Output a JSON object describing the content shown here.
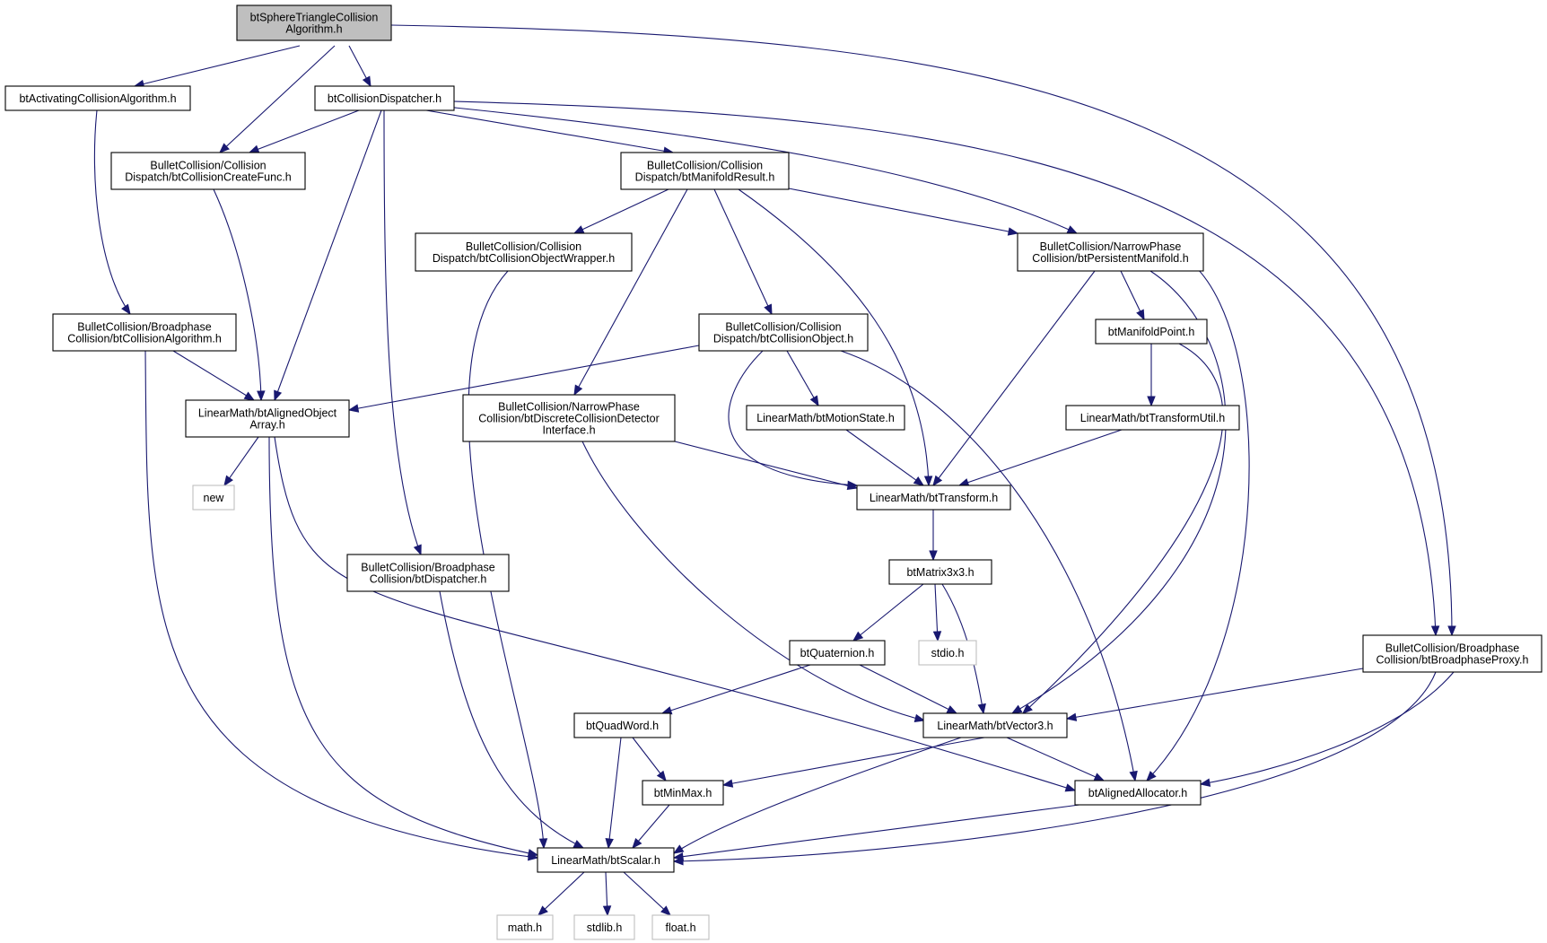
{
  "colors": {
    "edge": "#191970",
    "node_border": "#000000",
    "root_fill": "#bfbfbf",
    "external_border": "#bfbfbf"
  },
  "nodes": [
    {
      "id": "root",
      "kind": "root",
      "lines": [
        "btSphereTriangleCollision",
        "Algorithm.h"
      ]
    },
    {
      "id": "activating",
      "kind": "normal",
      "lines": [
        "btActivatingCollisionAlgorithm.h"
      ]
    },
    {
      "id": "dispatcher",
      "kind": "normal",
      "lines": [
        "btCollisionDispatcher.h"
      ]
    },
    {
      "id": "createfunc",
      "kind": "normal",
      "lines": [
        "BulletCollision/Collision",
        "Dispatch/btCollisionCreateFunc.h"
      ]
    },
    {
      "id": "manifoldresult",
      "kind": "normal",
      "lines": [
        "BulletCollision/Collision",
        "Dispatch/btManifoldResult.h"
      ]
    },
    {
      "id": "objwrapper",
      "kind": "normal",
      "lines": [
        "BulletCollision/Collision",
        "Dispatch/btCollisionObjectWrapper.h"
      ]
    },
    {
      "id": "persistent",
      "kind": "normal",
      "lines": [
        "BulletCollision/NarrowPhase",
        "Collision/btPersistentManifold.h"
      ]
    },
    {
      "id": "colalgo",
      "kind": "normal",
      "lines": [
        "BulletCollision/Broadphase",
        "Collision/btCollisionAlgorithm.h"
      ]
    },
    {
      "id": "colobject",
      "kind": "normal",
      "lines": [
        "BulletCollision/Collision",
        "Dispatch/btCollisionObject.h"
      ]
    },
    {
      "id": "manifoldpoint",
      "kind": "normal",
      "lines": [
        "btManifoldPoint.h"
      ]
    },
    {
      "id": "alignedarray",
      "kind": "normal",
      "lines": [
        "LinearMath/btAlignedObject",
        "Array.h"
      ]
    },
    {
      "id": "discrete",
      "kind": "normal",
      "lines": [
        "BulletCollision/NarrowPhase",
        "Collision/btDiscreteCollisionDetector",
        "Interface.h"
      ]
    },
    {
      "id": "motionstate",
      "kind": "normal",
      "lines": [
        "LinearMath/btMotionState.h"
      ]
    },
    {
      "id": "transformutil",
      "kind": "normal",
      "lines": [
        "LinearMath/btTransformUtil.h"
      ]
    },
    {
      "id": "new",
      "kind": "external",
      "lines": [
        "new"
      ]
    },
    {
      "id": "transform",
      "kind": "normal",
      "lines": [
        "LinearMath/btTransform.h"
      ]
    },
    {
      "id": "btdispatcher",
      "kind": "normal",
      "lines": [
        "BulletCollision/Broadphase",
        "Collision/btDispatcher.h"
      ]
    },
    {
      "id": "matrix",
      "kind": "normal",
      "lines": [
        "btMatrix3x3.h"
      ]
    },
    {
      "id": "broadphaseproxy",
      "kind": "normal",
      "lines": [
        "BulletCollision/Broadphase",
        "Collision/btBroadphaseProxy.h"
      ]
    },
    {
      "id": "quaternion",
      "kind": "normal",
      "lines": [
        "btQuaternion.h"
      ]
    },
    {
      "id": "stdio",
      "kind": "external",
      "lines": [
        "stdio.h"
      ]
    },
    {
      "id": "quadword",
      "kind": "normal",
      "lines": [
        "btQuadWord.h"
      ]
    },
    {
      "id": "vector3",
      "kind": "normal",
      "lines": [
        "LinearMath/btVector3.h"
      ]
    },
    {
      "id": "minmax",
      "kind": "normal",
      "lines": [
        "btMinMax.h"
      ]
    },
    {
      "id": "allocator",
      "kind": "normal",
      "lines": [
        "btAlignedAllocator.h"
      ]
    },
    {
      "id": "scalar",
      "kind": "normal",
      "lines": [
        "LinearMath/btScalar.h"
      ]
    },
    {
      "id": "math",
      "kind": "external",
      "lines": [
        "math.h"
      ]
    },
    {
      "id": "stdlib",
      "kind": "external",
      "lines": [
        "stdlib.h"
      ]
    },
    {
      "id": "float",
      "kind": "external",
      "lines": [
        "float.h"
      ]
    }
  ],
  "edges": [
    {
      "from": "root",
      "to": "activating"
    },
    {
      "from": "root",
      "to": "createfunc"
    },
    {
      "from": "root",
      "to": "dispatcher"
    },
    {
      "from": "root",
      "to": "broadphaseproxy"
    },
    {
      "from": "activating",
      "to": "colalgo"
    },
    {
      "from": "dispatcher",
      "to": "createfunc"
    },
    {
      "from": "dispatcher",
      "to": "alignedarray"
    },
    {
      "from": "dispatcher",
      "to": "btdispatcher"
    },
    {
      "from": "dispatcher",
      "to": "manifoldresult"
    },
    {
      "from": "dispatcher",
      "to": "persistent"
    },
    {
      "from": "dispatcher",
      "to": "broadphaseproxy"
    },
    {
      "from": "createfunc",
      "to": "alignedarray"
    },
    {
      "from": "manifoldresult",
      "to": "objwrapper"
    },
    {
      "from": "manifoldresult",
      "to": "discrete"
    },
    {
      "from": "manifoldresult",
      "to": "colobject"
    },
    {
      "from": "manifoldresult",
      "to": "transform"
    },
    {
      "from": "manifoldresult",
      "to": "persistent"
    },
    {
      "from": "objwrapper",
      "to": "scalar"
    },
    {
      "from": "persistent",
      "to": "manifoldpoint"
    },
    {
      "from": "persistent",
      "to": "transform"
    },
    {
      "from": "persistent",
      "to": "vector3"
    },
    {
      "from": "persistent",
      "to": "allocator"
    },
    {
      "from": "colalgo",
      "to": "alignedarray"
    },
    {
      "from": "colalgo",
      "to": "scalar"
    },
    {
      "from": "colobject",
      "to": "alignedarray"
    },
    {
      "from": "colobject",
      "to": "motionstate"
    },
    {
      "from": "colobject",
      "to": "transform"
    },
    {
      "from": "colobject",
      "to": "allocator"
    },
    {
      "from": "manifoldpoint",
      "to": "transformutil"
    },
    {
      "from": "manifoldpoint",
      "to": "vector3"
    },
    {
      "from": "alignedarray",
      "to": "new"
    },
    {
      "from": "alignedarray",
      "to": "scalar"
    },
    {
      "from": "alignedarray",
      "to": "allocator"
    },
    {
      "from": "discrete",
      "to": "transform"
    },
    {
      "from": "discrete",
      "to": "vector3"
    },
    {
      "from": "motionstate",
      "to": "transform"
    },
    {
      "from": "transformutil",
      "to": "transform"
    },
    {
      "from": "transform",
      "to": "matrix"
    },
    {
      "from": "btdispatcher",
      "to": "scalar"
    },
    {
      "from": "matrix",
      "to": "quaternion"
    },
    {
      "from": "matrix",
      "to": "stdio"
    },
    {
      "from": "matrix",
      "to": "vector3"
    },
    {
      "from": "broadphaseproxy",
      "to": "vector3"
    },
    {
      "from": "broadphaseproxy",
      "to": "allocator"
    },
    {
      "from": "broadphaseproxy",
      "to": "scalar"
    },
    {
      "from": "quaternion",
      "to": "quadword"
    },
    {
      "from": "quaternion",
      "to": "vector3"
    },
    {
      "from": "quadword",
      "to": "minmax"
    },
    {
      "from": "quadword",
      "to": "scalar"
    },
    {
      "from": "vector3",
      "to": "minmax"
    },
    {
      "from": "vector3",
      "to": "allocator"
    },
    {
      "from": "vector3",
      "to": "scalar"
    },
    {
      "from": "minmax",
      "to": "scalar"
    },
    {
      "from": "allocator",
      "to": "scalar"
    },
    {
      "from": "scalar",
      "to": "math"
    },
    {
      "from": "scalar",
      "to": "stdlib"
    },
    {
      "from": "scalar",
      "to": "float"
    }
  ]
}
